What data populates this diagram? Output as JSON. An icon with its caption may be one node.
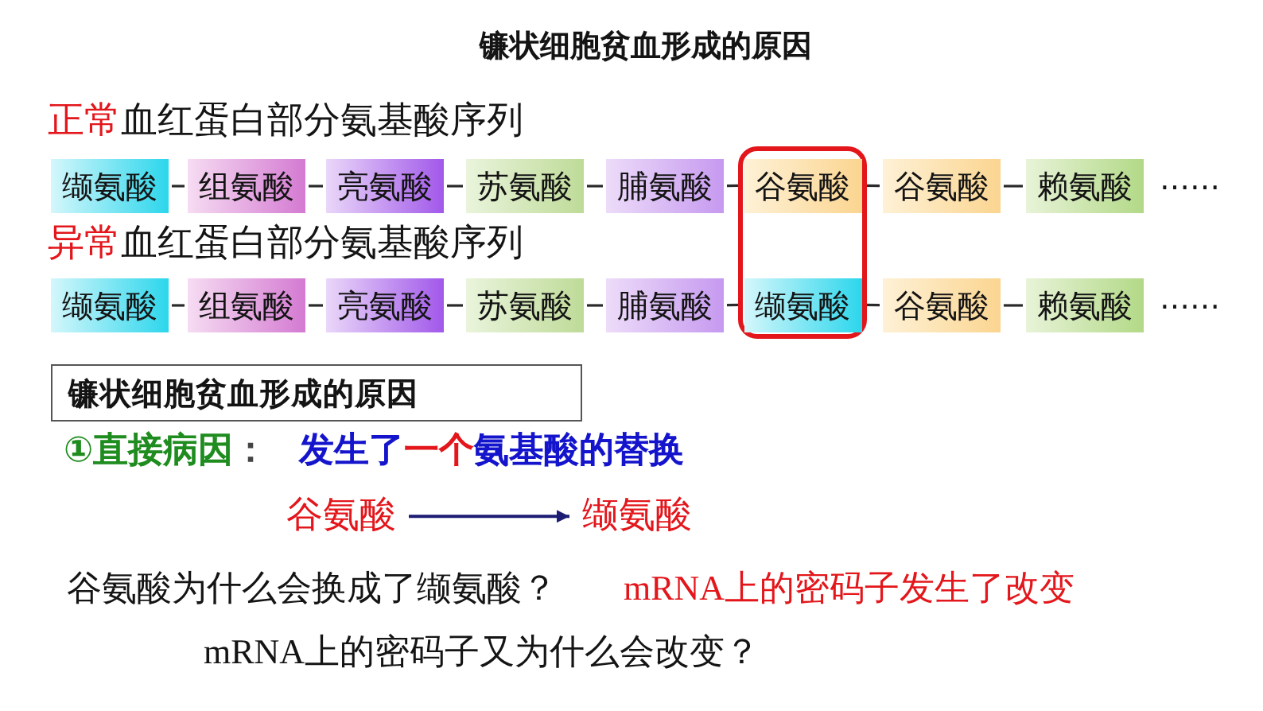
{
  "diagram": {
    "title": "镰状细胞贫血形成的原因",
    "nodes": [
      {
        "text": [
          "缬氨酸"
        ]
      },
      {
        "text": [
          "组氨酸"
        ]
      },
      {
        "text": [
          "亮氨酸"
        ]
      },
      {
        "text": [
          "苏氨酸"
        ]
      },
      {
        "text": [
          "脯氨酸"
        ]
      },
      {
        "text": [],
        "shape": "box"
      },
      {
        "text": [
          "谷氨酸"
        ],
        "in": 5
      },
      {
        "text": [
          "谷氨酸"
        ]
      },
      {
        "text": [
          "赖氨酸"
        ]
      },
      {
        "text": [
          "缬氨酸"
        ]
      },
      {
        "text": [
          "组氨酸"
        ]
      },
      {
        "text": [
          "亮氨酸"
        ]
      },
      {
        "text": [
          "苏氨酸"
        ]
      },
      {
        "text": [
          "脯氨酸"
        ]
      },
      {
        "text": [
          "缬氨酸"
        ],
        "in": 5
      },
      {
        "text": [
          "谷氨酸"
        ]
      },
      {
        "text": [
          "赖氨酸"
        ]
      },
      {
        "text": [
          "镰状细胞贫血形成的原因"
        ]
      },
      {
        "text": [
          "谷氨酸"
        ]
      },
      {
        "text": [
          "缬氨酸"
        ]
      }
    ],
    "edges": [
      {
        "from": 0,
        "to": 1,
        "arrow": "none"
      },
      {
        "from": 1,
        "to": 2,
        "arrow": "none"
      },
      {
        "from": 2,
        "to": 3,
        "arrow": "none"
      },
      {
        "from": 3,
        "to": 4,
        "arrow": "none"
      },
      {
        "from": 4,
        "to": 6,
        "arrow": "none"
      },
      {
        "from": 6,
        "to": 7,
        "arrow": "none"
      },
      {
        "from": 7,
        "to": 8,
        "arrow": "none"
      },
      {
        "from": 9,
        "to": 10,
        "arrow": "none"
      },
      {
        "from": 10,
        "to": 11,
        "arrow": "none"
      },
      {
        "from": 11,
        "to": 12,
        "arrow": "none"
      },
      {
        "from": 12,
        "to": 13,
        "arrow": "none"
      },
      {
        "from": 13,
        "to": 14,
        "arrow": "none"
      },
      {
        "from": 14,
        "to": 15,
        "arrow": "none"
      },
      {
        "from": 15,
        "to": 16,
        "arrow": "none"
      },
      {
        "from": 18,
        "to": 19,
        "arrow": "to",
        "color": "#1c1c74"
      }
    ],
    "labels": [
      "正常血红蛋白部分氨基酸序列",
      "……",
      "异常血红蛋白部分氨基酸序列",
      "……",
      "①直接病因：",
      "发生了一个氨基酸的替换",
      "谷氨酸为什么会换成了缬氨酸？",
      "mRNA上的密码子发生了改变",
      "mRNA上的密码子又为什么会改变？"
    ]
  }
}
